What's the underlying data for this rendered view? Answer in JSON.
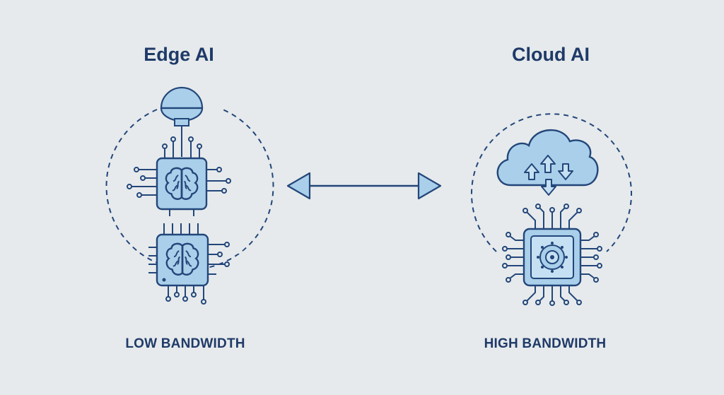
{
  "left_panel": {
    "title": "Edge AI",
    "caption": "LOW BANDWIDTH"
  },
  "right_panel": {
    "title": "Cloud AI",
    "caption": "HIGH BANDWIDTH"
  },
  "colors": {
    "background": "#e6eaec",
    "stroke": "#23467a",
    "fill": "#a9cfea",
    "fill_light": "#c4e0f2",
    "text": "#1f3a68"
  },
  "icons": [
    "sensor-dome-icon",
    "brain-chip-icon",
    "brain-chip-icon",
    "cloud-icon",
    "processor-chip-icon",
    "double-arrow-icon"
  ]
}
